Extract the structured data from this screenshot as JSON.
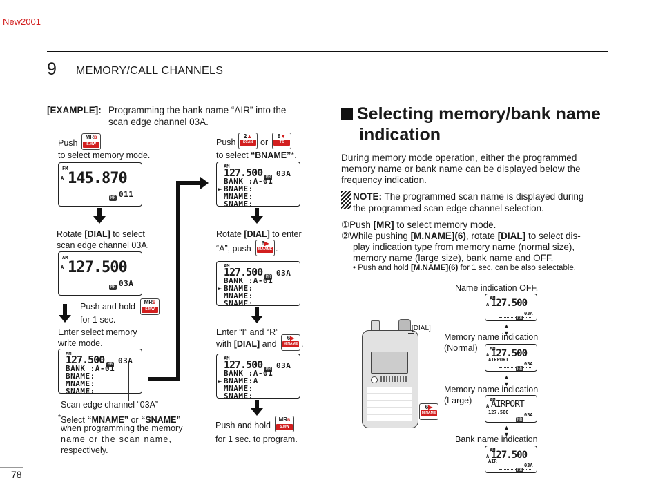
{
  "header": {
    "tag": "New2001",
    "chapter_number": "9",
    "chapter_title": "MEMORY/CALL CHANNELS"
  },
  "page_number": "78",
  "example": {
    "label": "[EXAMPLE]:",
    "text1": "Programming the bank name “AIR” into the",
    "text2": "scan edge channel 03A."
  },
  "steps_left": {
    "s1_push": "Push",
    "s1_text": "to select memory mode.",
    "s2_text1": "Rotate [DIAL] to select",
    "s2_text2": "scan edge channel 03A.",
    "s3_text1": "Push and hold",
    "s3_text2": "for 1 sec.",
    "s3_text3": "Enter select memory",
    "s3_text4": "write mode.",
    "callout": "Scan edge channel “03A”",
    "note_star": "*",
    "note1": "Select “MNAME” or “SNAME”",
    "note2": "when programming the memory",
    "note3": "name or the scan name,",
    "note4": "respectively."
  },
  "steps_mid": {
    "s1_push": "Push",
    "s1_or": "or",
    "s1_text": "to select “BNAME”*.",
    "s2_text1": "Rotate [DIAL] to enter",
    "s2_text2": "“A”, push",
    "s3_text1": "Enter “I” and “R”",
    "s3_text2": "with [DIAL] and",
    "s4_text1": "Push and hold",
    "s4_text2": "for 1 sec. to program."
  },
  "keys": {
    "mr": "MR",
    "mr_sub": "S.MW",
    "mr_num": "B",
    "k2": "2",
    "k2_sub": "SCAN",
    "k8": "8",
    "k8_sub": "TS",
    "k6": "6",
    "k6_sub": "M.NAME"
  },
  "lcds": {
    "l1_mode": "FM",
    "l1_freq": "145.870",
    "l1_ch": "011",
    "l2_mode": "AM",
    "l2_freq": "127.500",
    "l2_ch": "03A",
    "w_mode": "AM",
    "w_freq": "127.500",
    "w_ch": "03A",
    "bank_a": "BANK :A-01",
    "bname_blank": "BNAME:",
    "bname_a": "BNAME:A",
    "mname": "MNAME:",
    "sname": "SNAME:",
    "r_freq": "127.500",
    "r_ch": "03A",
    "r_name": "AIRPORT",
    "r_large": "AIRPORT",
    "r_small_freq": "127.500",
    "r_bank": "AIR",
    "mr_badge": "MR"
  },
  "right": {
    "heading1": "Selecting memory/bank name",
    "heading2": "indication",
    "para1": "During memory mode operation, either the programmed",
    "para2": "memory name or bank name can be displayed below the",
    "para3": "frequency indication.",
    "note_label": "NOTE:",
    "note1": "The programmed scan name is displayed during",
    "note2": "the programmed scan edge channel selection.",
    "step1": "①Push [MR] to select memory mode.",
    "step2a": "②While pushing [M.NAME](6), rotate [DIAL] to select dis-",
    "step2b": "play indication type from memory name (normal size),",
    "step2c": "memory name (large size), bank name and OFF.",
    "bullet": "• Push and hold [M.NAME](6) for 1 sec. can be also selectable.",
    "lbl_off": "Name indication OFF.",
    "lbl_normal1": "Memory name indication",
    "lbl_normal2": "(Normal)",
    "lbl_large1": "Memory name indication",
    "lbl_large2": "(Large)",
    "lbl_bank": "Bank name indication",
    "dial": "[DIAL]"
  }
}
